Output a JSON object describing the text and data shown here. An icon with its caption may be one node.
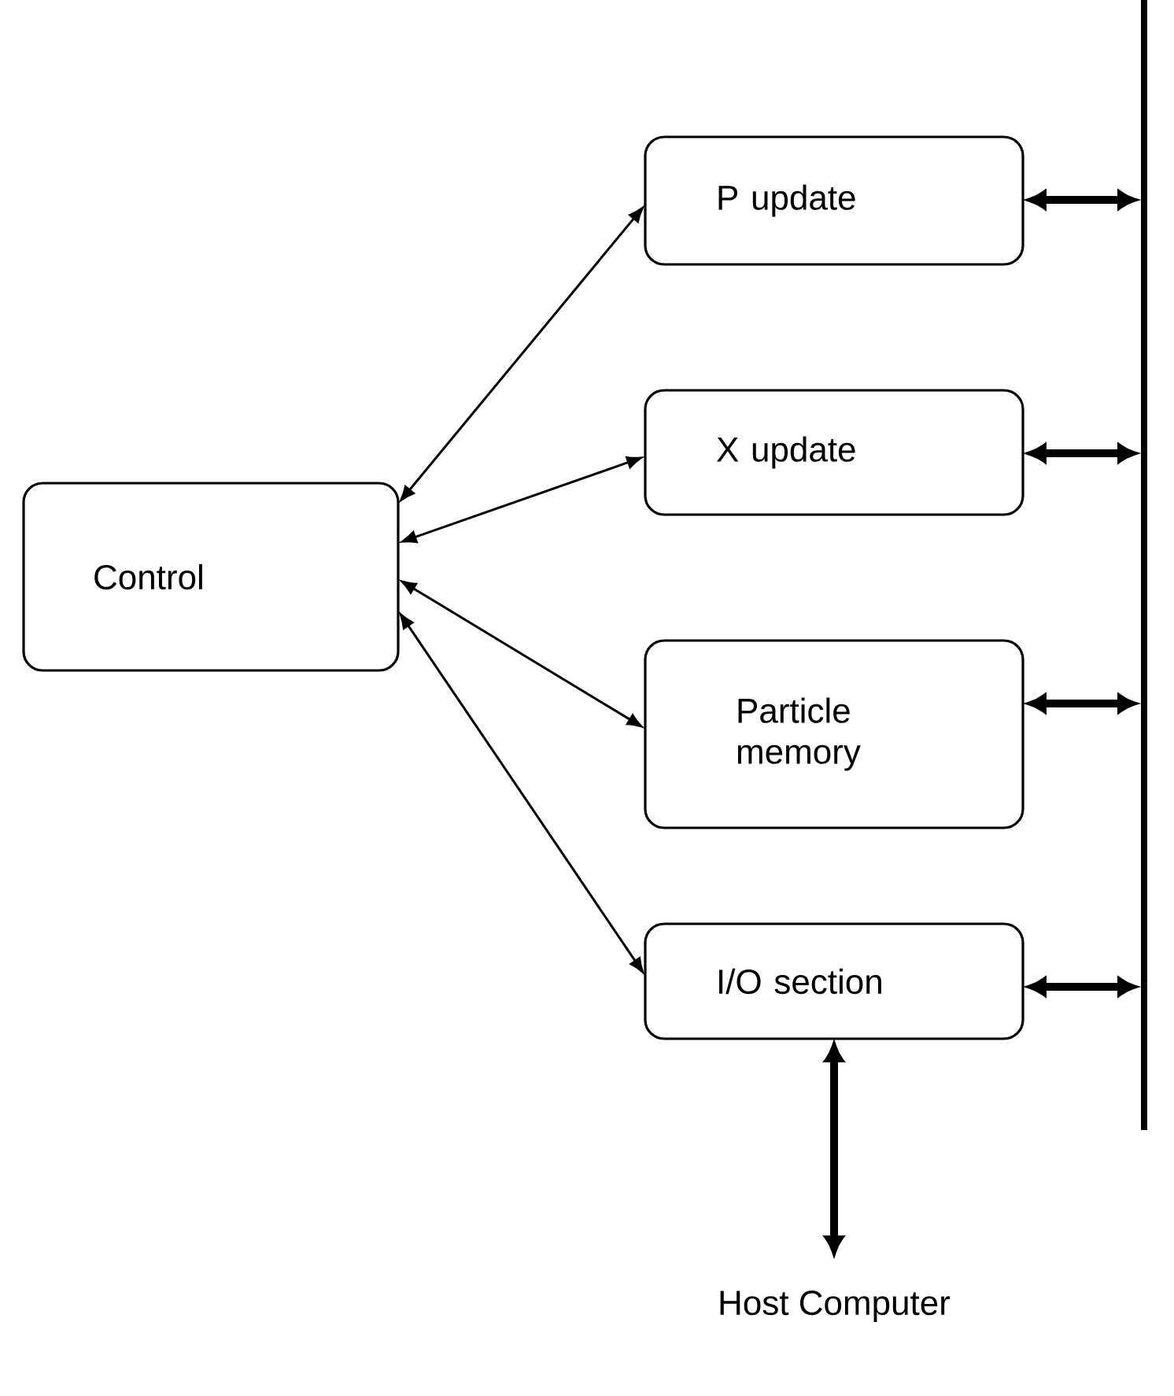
{
  "diagram": {
    "nodes": [
      {
        "text": [
          "Control"
        ]
      },
      {
        "text": [
          "P update"
        ]
      },
      {
        "text": [
          "X update"
        ]
      },
      {
        "text": [
          "Particle memory"
        ]
      },
      {
        "text": [
          "I/O section"
        ]
      },
      {
        "text": [],
        "shape": "bar"
      },
      {
        "text": [
          "Host Computer"
        ]
      }
    ],
    "edges": [
      {
        "from": 0,
        "to": 1,
        "arrow": "both"
      },
      {
        "from": 0,
        "to": 2,
        "arrow": "both"
      },
      {
        "from": 0,
        "to": 3,
        "arrow": "both"
      },
      {
        "from": 0,
        "to": 4,
        "arrow": "both"
      },
      {
        "from": 1,
        "to": 5,
        "arrow": "both"
      },
      {
        "from": 2,
        "to": 5,
        "arrow": "both"
      },
      {
        "from": 3,
        "to": 5,
        "arrow": "both"
      },
      {
        "from": 4,
        "to": 5,
        "arrow": "both"
      },
      {
        "from": 4,
        "to": 6,
        "arrow": "both"
      }
    ]
  }
}
